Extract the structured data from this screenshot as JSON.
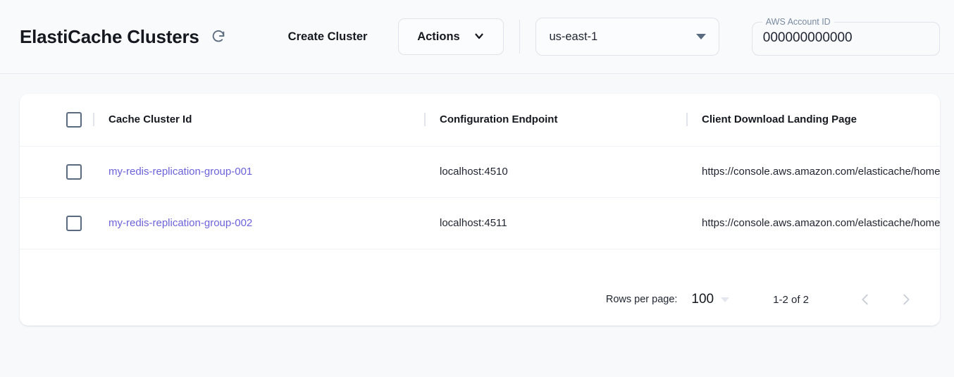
{
  "header": {
    "title": "ElastiCache Clusters",
    "refresh_icon": "refresh-icon",
    "create_button": "Create Cluster",
    "actions_button": "Actions",
    "actions_chevron_icon": "chevron-down-icon",
    "region": {
      "value": "us-east-1",
      "caret_icon": "triangle-down-icon"
    },
    "account": {
      "label": "AWS Account ID",
      "value": "000000000000",
      "placeholder": "AWS Account ID"
    }
  },
  "table": {
    "columns": [
      {
        "key": "cluster_id",
        "label": "Cache Cluster Id"
      },
      {
        "key": "config_endpoint",
        "label": "Configuration Endpoint"
      },
      {
        "key": "landing_page",
        "label": "Client Download Landing Page"
      }
    ],
    "rows": [
      {
        "cluster_id": "my-redis-replication-group-001",
        "config_endpoint": "localhost:4510",
        "landing_page": "https://console.aws.amazon.com/elasticache/home"
      },
      {
        "cluster_id": "my-redis-replication-group-002",
        "config_endpoint": "localhost:4511",
        "landing_page": "https://console.aws.amazon.com/elasticache/home"
      }
    ]
  },
  "pagination": {
    "rows_per_page_label": "Rows per page:",
    "rows_per_page_value": "100",
    "caret_icon": "triangle-down-icon",
    "range_label": "1-2 of 2",
    "prev_icon": "chevron-left-icon",
    "next_icon": "chevron-right-icon"
  },
  "colors": {
    "link": "#6c63d8",
    "page_background": "#f7f9fb",
    "card_background": "#ffffff",
    "icon_gray": "#5b6b7f"
  }
}
